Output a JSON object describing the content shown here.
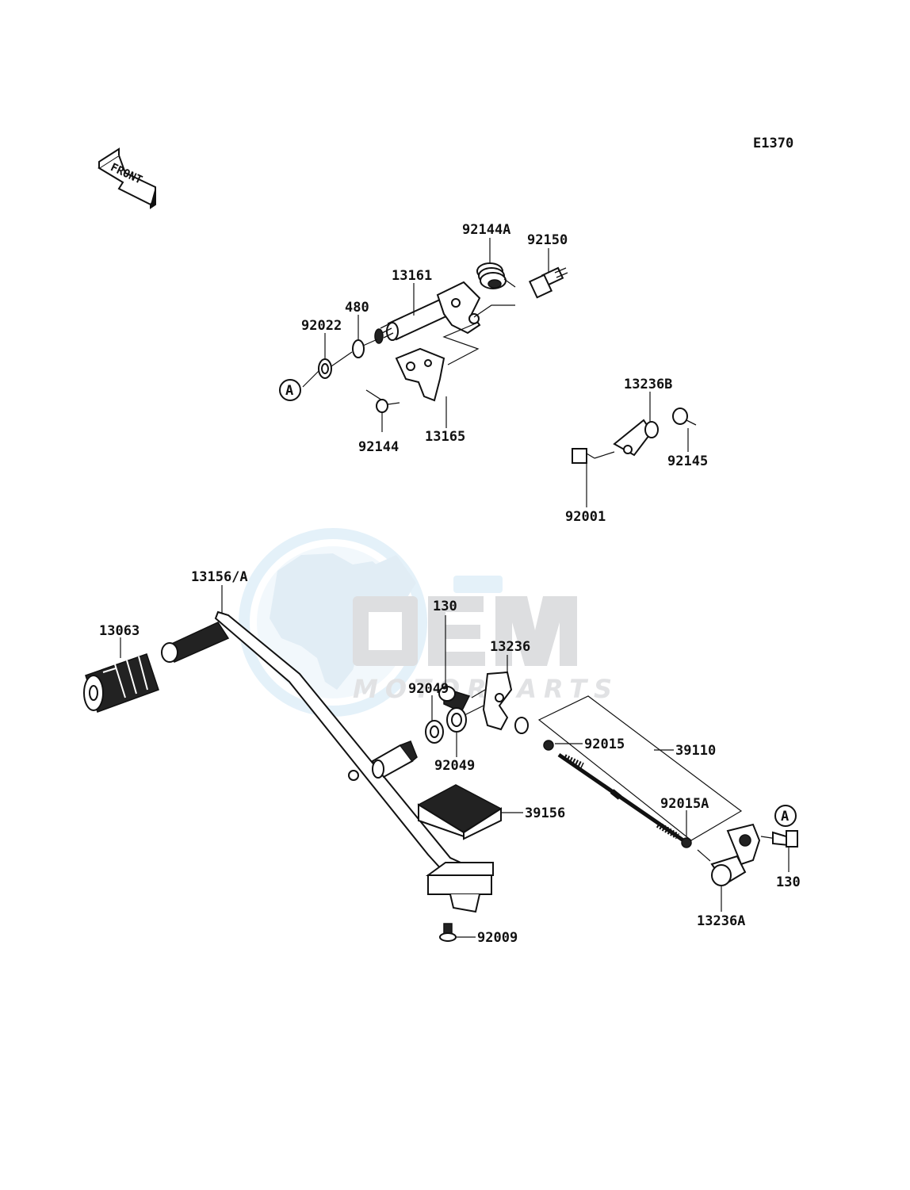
{
  "diagram_code": "E1370",
  "direction_label": "FRONT",
  "reference_marker": "A",
  "watermark": {
    "brand": "OEM",
    "sub": "MOTORPARTS"
  },
  "labels": {
    "p92144A": "92144A",
    "p92150": "92150",
    "p13161": "13161",
    "p480": "480",
    "p92022": "92022",
    "p92144": "92144",
    "p13165": "13165",
    "p13236B": "13236B",
    "p92145": "92145",
    "p92001": "92001",
    "p13156A": "13156/A",
    "p13063": "13063",
    "p130a": "130",
    "p13236": "13236",
    "p92049a": "92049",
    "p92049b": "92049",
    "p92015": "92015",
    "p39110": "39110",
    "p39156": "39156",
    "p92015A": "92015A",
    "p130b": "130",
    "p13236A": "13236A",
    "p92009": "92009"
  }
}
